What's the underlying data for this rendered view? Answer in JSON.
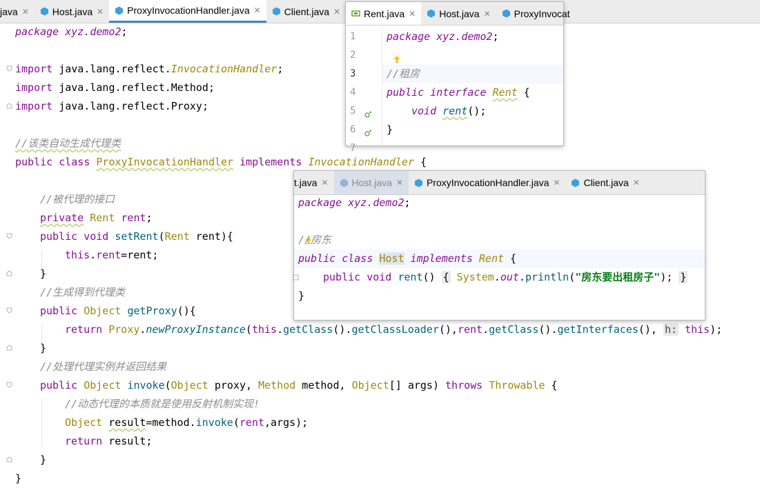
{
  "tabs": [
    {
      "label": "java",
      "icon": "none",
      "active": false
    },
    {
      "label": "Host.java",
      "icon": "java-class-icon",
      "active": false
    },
    {
      "label": "ProxyInvocationHandler.java",
      "icon": "java-class-icon",
      "active": true
    },
    {
      "label": "Client.java",
      "icon": "java-class-icon",
      "active": false
    }
  ],
  "close_glyph": "✕",
  "code": {
    "l1": {
      "kw": "package",
      "pkg": " xyz.demo2",
      "end": ";"
    },
    "l3": {
      "kw": "import",
      "a": " java.lang.reflect.",
      "b": "InvocationHandler",
      "end": ";"
    },
    "l4": {
      "kw": "import",
      "a": " java.lang.reflect.",
      "b": "Method",
      "end": ";"
    },
    "l5": {
      "kw": "import",
      "a": " java.lang.reflect.",
      "b": "Proxy",
      "end": ";"
    },
    "l7": {
      "cmt": "//该类自动生成代理类"
    },
    "l8": {
      "k1": "public",
      "k2": " class ",
      "name": "ProxyInvocationHandler",
      "k3": " implements ",
      "iface": "InvocationHandler",
      "end": " {"
    },
    "l10": {
      "cmt": "//被代理的接口"
    },
    "l11": {
      "k1": "private",
      "sp": " ",
      "type": "Rent",
      "sp2": " ",
      "field": "rent",
      "end": ";"
    },
    "l12": {
      "k1": "public",
      "k2": " void ",
      "fn": "setRent",
      "p1": "(",
      "type": "Rent",
      "p2": " rent){"
    },
    "l13": {
      "k1": "this",
      "dot": ".",
      "field": "rent",
      "rest": "=rent;"
    },
    "l14": {
      "t": "}"
    },
    "l15": {
      "cmt": "//生成得到代理类"
    },
    "l16": {
      "k1": "public",
      "sp": " ",
      "type": "Object",
      "sp2": " ",
      "fn": "getProxy",
      "rest": "(){"
    },
    "l17": {
      "k1": "return",
      "sp": " ",
      "type": "Proxy",
      "dot": ".",
      "fn": "newProxyInstance",
      "p": "(",
      "this1": "this",
      "d1": ".",
      "gc1": "getClass",
      "p2": "().",
      "gcl": "getClassLoader",
      "p3": "(),",
      "rent": "rent",
      "d2": ".",
      "gc2": "getClass",
      "p4": "().",
      "gi": "getInterfaces",
      "p5": "(), ",
      "hint": "h:",
      "sp3": " ",
      "this2": "this",
      "end": ");"
    },
    "l18": {
      "t": "}"
    },
    "l19": {
      "cmt": "//处理代理实例并返回结果"
    },
    "l20": {
      "k1": "public",
      "sp": " ",
      "type": "Object",
      "sp2": " ",
      "fn": "invoke",
      "p": "(",
      "t1": "Object",
      "a1": " proxy, ",
      "t2": "Method",
      "a2": " method, ",
      "t3": "Object",
      "a3": "[] args) ",
      "k2": "throws",
      "sp3": " ",
      "t4": "Throwable",
      "end": " {"
    },
    "l21": {
      "cmt": "//动态代理的本质就是使用反射机制实现!"
    },
    "l22": {
      "type": "Object",
      "sp": " ",
      "var": "result",
      "eq": "=method.",
      "fn": "invoke",
      "p": "(",
      "field": "rent",
      "rest": ",args);"
    },
    "l23": {
      "k1": "return",
      "rest": " result;"
    },
    "l24": {
      "t": "}"
    },
    "l25": {
      "t": "}"
    }
  },
  "popup1": {
    "tabs": [
      {
        "label": "Rent.java",
        "icon": "interface-icon",
        "active": true
      },
      {
        "label": "Host.java",
        "icon": "java-class-icon",
        "active": false
      },
      {
        "label": "ProxyInvocat",
        "icon": "java-class-icon",
        "active": false
      }
    ],
    "line_numbers": [
      "1",
      "2",
      "3",
      "4",
      "5",
      "6",
      "7"
    ],
    "l1": {
      "kw": "package",
      "pkg": " xyz.demo2",
      "end": ";"
    },
    "l3": {
      "cmt": "//租房"
    },
    "l4": {
      "k1": "public",
      "k2": " interface ",
      "name": "Rent",
      "end": " {"
    },
    "l5": {
      "k1": "void",
      "sp": " ",
      "fn": "rent",
      "end": "();"
    },
    "l6": {
      "t": "}"
    }
  },
  "popup2": {
    "tabs": [
      {
        "label": "t.java",
        "icon": "none",
        "active": false
      },
      {
        "label": "Host.java",
        "icon": "java-class-icon",
        "active": true
      },
      {
        "label": "ProxyInvocationHandler.java",
        "icon": "java-class-icon",
        "active": false
      },
      {
        "label": "Client.java",
        "icon": "java-class-icon",
        "active": false
      }
    ],
    "l1": {
      "kw": "package",
      "pkg": " xyz.demo2",
      "end": ";"
    },
    "l3": {
      "cmt": "//房东"
    },
    "l4": {
      "k1": "public",
      "k2": " class ",
      "name": "Host",
      "k3": " implements ",
      "iface": "Rent",
      "end": " {"
    },
    "l5": {
      "k1": "public",
      "k2": " void ",
      "fn": "rent",
      "p1": "() ",
      "b1": "{",
      "sp": " ",
      "sys": "System",
      "d": ".",
      "out": "out",
      "d2": ".",
      "println": "println",
      "p2": "(",
      "str": "\"房东要出租房子\"",
      "p3": ");",
      "sp2": " ",
      "b2": "}"
    },
    "l6": {
      "t": "}"
    }
  },
  "colors": {
    "accent": "#4083c9",
    "keyword": "#871094",
    "type": "#9e880d",
    "comment": "#8c8c8c",
    "function": "#00627a",
    "string": "#067d17"
  }
}
